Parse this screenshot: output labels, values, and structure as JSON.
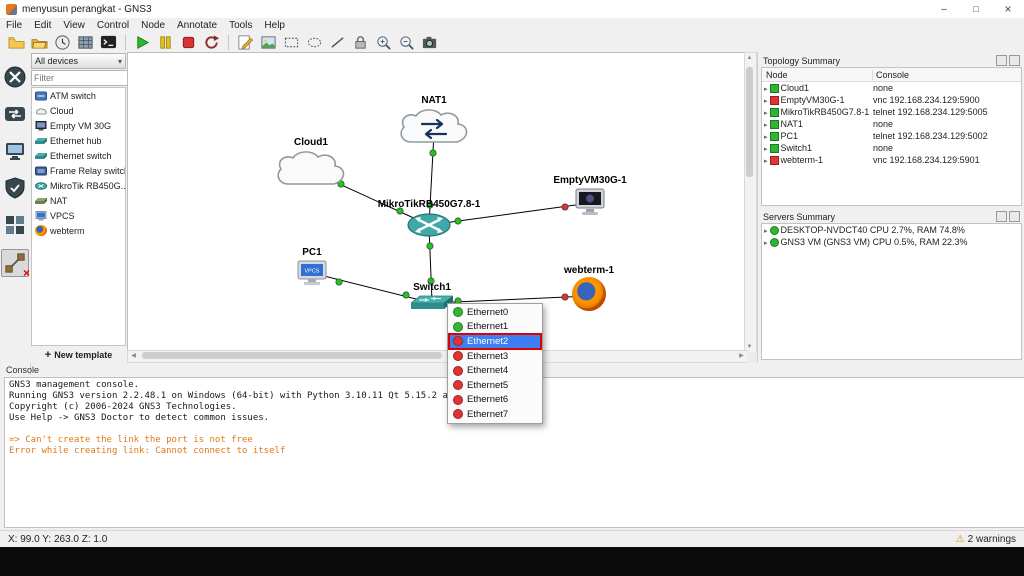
{
  "colors": {
    "selection_blue": "#3d7ef0",
    "status_green": "#2fb52f",
    "status_red": "#e23333",
    "error_orange": "#e07818",
    "canvas_bg": "#ffffff"
  },
  "window": {
    "title": "menyusun perangkat - GNS3"
  },
  "menu": {
    "items": [
      "File",
      "Edit",
      "View",
      "Control",
      "Node",
      "Annotate",
      "Tools",
      "Help"
    ]
  },
  "toolbar": {
    "icons": [
      "new-project",
      "open-project",
      "snapshots",
      "project-grid",
      "console-terminal",
      "start",
      "suspend",
      "stop",
      "reload",
      "add-note",
      "insert-image",
      "draw-rectangle",
      "draw-ellipse",
      "draw-line",
      "lock-items",
      "zoom-in",
      "zoom-out",
      "screenshot"
    ]
  },
  "sidebar": {
    "icons": [
      "browse-routers",
      "browse-switches",
      "browse-end-devices",
      "browse-security-devices",
      "browse-all-devices",
      "add-link"
    ],
    "active": "add-link"
  },
  "device_panel": {
    "header": "All devices",
    "filter_placeholder": "Filter",
    "items": [
      {
        "label": "ATM switch",
        "icon": "atm-switch"
      },
      {
        "label": "Cloud",
        "icon": "cloud"
      },
      {
        "label": "Empty VM 30G",
        "icon": "qemu-vm"
      },
      {
        "label": "Ethernet hub",
        "icon": "ethernet-hub"
      },
      {
        "label": "Ethernet switch",
        "icon": "ethernet-switch"
      },
      {
        "label": "Frame Relay switch",
        "icon": "frame-relay-switch"
      },
      {
        "label": "MikroTik RB450G...",
        "icon": "router"
      },
      {
        "label": "NAT",
        "icon": "nat"
      },
      {
        "label": "VPCS",
        "icon": "vpcs"
      },
      {
        "label": "webterm",
        "icon": "firefox"
      }
    ],
    "new_template_label": "New template"
  },
  "canvas": {
    "nodes": [
      {
        "label": "NAT1",
        "type": "cloud-nat"
      },
      {
        "label": "Cloud1",
        "type": "cloud"
      },
      {
        "label": "MikroTikRB450G7.8-1",
        "type": "router"
      },
      {
        "label": "EmptyVM30G-1",
        "type": "qemu-vm"
      },
      {
        "label": "PC1",
        "type": "vpcs"
      },
      {
        "label": "Switch1",
        "type": "ethernet-switch"
      },
      {
        "label": "webterm-1",
        "type": "firefox"
      }
    ],
    "links": [
      {
        "from": "NAT1",
        "to": "MikroTikRB450G7.8-1",
        "from_status": "green",
        "to_status": "green"
      },
      {
        "from": "Cloud1",
        "to": "MikroTikRB450G7.8-1",
        "from_status": "green",
        "to_status": "green"
      },
      {
        "from": "EmptyVM30G-1",
        "to": "MikroTikRB450G7.8-1",
        "from_status": "red",
        "to_status": "green"
      },
      {
        "from": "PC1",
        "to": "Switch1",
        "from_status": "green",
        "to_status": "green"
      },
      {
        "from": "Switch1",
        "to": "MikroTikRB450G7.8-1",
        "from_status": "green",
        "to_status": "green"
      },
      {
        "from": "webterm-1",
        "to": "Switch1",
        "from_status": "red",
        "to_status": "green"
      }
    ]
  },
  "context_menu": {
    "items": [
      {
        "label": "Ethernet0",
        "status": "green",
        "selected": "false"
      },
      {
        "label": "Ethernet1",
        "status": "green",
        "selected": "false"
      },
      {
        "label": "Ethernet2",
        "status": "red",
        "selected": "true"
      },
      {
        "label": "Ethernet3",
        "status": "red",
        "selected": "false"
      },
      {
        "label": "Ethernet4",
        "status": "red",
        "selected": "false"
      },
      {
        "label": "Ethernet5",
        "status": "red",
        "selected": "false"
      },
      {
        "label": "Ethernet6",
        "status": "red",
        "selected": "false"
      },
      {
        "label": "Ethernet7",
        "status": "red",
        "selected": "false"
      }
    ]
  },
  "topology_summary": {
    "title": "Topology Summary",
    "columns": [
      "Node",
      "Console"
    ],
    "rows": [
      {
        "node": "Cloud1",
        "console": "none",
        "status": "green"
      },
      {
        "node": "EmptyVM30G-1",
        "console": "vnc 192.168.234.129:5900",
        "status": "red"
      },
      {
        "node": "MikroTikRB450G7.8-1",
        "console": "telnet 192.168.234.129:5005",
        "status": "green"
      },
      {
        "node": "NAT1",
        "console": "none",
        "status": "green"
      },
      {
        "node": "PC1",
        "console": "telnet 192.168.234.129:5002",
        "status": "green"
      },
      {
        "node": "Switch1",
        "console": "none",
        "status": "green"
      },
      {
        "node": "webterm-1",
        "console": "vnc 192.168.234.129:5901",
        "status": "red"
      }
    ]
  },
  "servers_summary": {
    "title": "Servers Summary",
    "rows": [
      {
        "label": "DESKTOP-NVDCT40 CPU 2.7%, RAM 74.8%",
        "status": "green"
      },
      {
        "label": "GNS3 VM (GNS3 VM) CPU 0.5%, RAM 22.3%",
        "status": "green"
      }
    ]
  },
  "console_panel": {
    "title": "Console",
    "lines": [
      "GNS3 management console.",
      "Running GNS3 version 2.2.48.1 on Windows (64-bit) with Python 3.10.11 Qt 5.15.2 and PyQt 5.15.10.",
      "Copyright (c) 2006-2024 GNS3 Technologies.",
      "Use Help -> GNS3 Doctor to detect common issues."
    ],
    "errors": [
      "=> Can't create the link the port is not free",
      "Error while creating link: Cannot connect to itself"
    ]
  },
  "statusbar": {
    "coordinates": "X: 99.0 Y: 263.0 Z: 1.0",
    "warnings": "2 warnings"
  }
}
